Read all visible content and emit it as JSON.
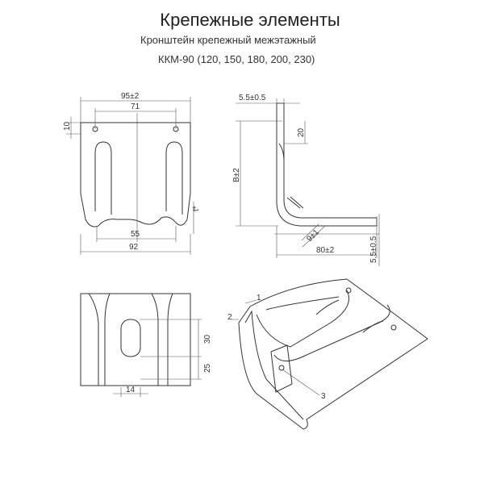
{
  "title": "Крепежные элементы",
  "subtitle": "Кронштейн крепежный межэтажный",
  "model": "ККМ-90 (120, 150, 180, 200, 230)",
  "front_view": {
    "width_top": "95±2",
    "hole_spacing": "71",
    "hole_offset": "10",
    "thickness": "t*",
    "inner_width": "55",
    "bottom_width": "92"
  },
  "side_view": {
    "thickness_top": "5.5±0.5",
    "slot_depth": "20",
    "height": "B±2",
    "bend": "9±1",
    "length": "80±2",
    "thickness_bottom": "5.5±0.5"
  },
  "plan_view": {
    "slot_length": "30",
    "slot_offset": "25",
    "slot_width": "14"
  },
  "iso_view": {
    "callouts": [
      "1",
      "2",
      "3"
    ]
  }
}
